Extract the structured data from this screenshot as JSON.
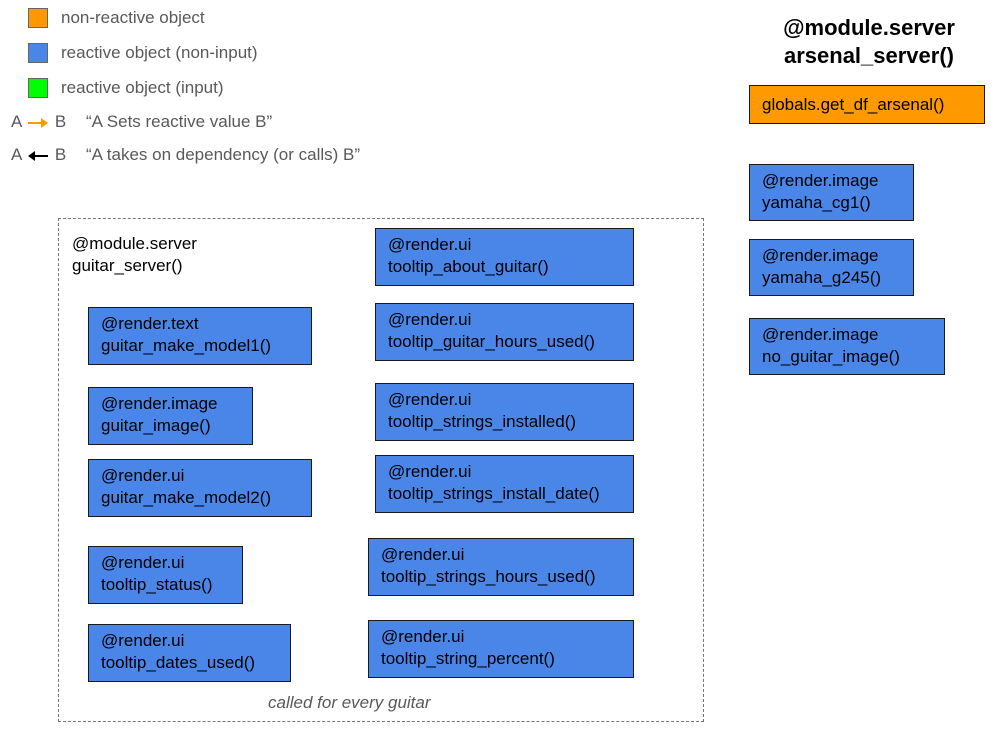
{
  "colors": {
    "non_reactive": "#ff9900",
    "reactive_non_input": "#4a86e8",
    "reactive_input": "#00ff00",
    "set_arrow": "#ff9900",
    "dependency_arrow": "#000000"
  },
  "legend": {
    "non_reactive": "non-reactive object",
    "reactive_non_input": "reactive object (non-input)",
    "reactive_input": "reactive object (input)",
    "set_a": "A",
    "set_b": "B",
    "set_desc": "“A Sets reactive value B”",
    "dep_a": "A",
    "dep_b": "B",
    "dep_desc": "“A takes on dependency (or calls) B”"
  },
  "arsenal": {
    "title_line1": "@module.server",
    "title_line2": "arsenal_server()",
    "globals": "globals.get_df_arsenal()",
    "boxes": [
      {
        "decorator": "@render.image",
        "name": "yamaha_cg1()"
      },
      {
        "decorator": "@render.image",
        "name": "yamaha_g245()"
      },
      {
        "decorator": "@render.image",
        "name": "no_guitar_image()"
      }
    ]
  },
  "guitar": {
    "title_line1": "@module.server",
    "title_line2": "guitar_server()",
    "footnote": "called for every guitar",
    "left_boxes": [
      {
        "decorator": "@render.text",
        "name": "guitar_make_model1()"
      },
      {
        "decorator": "@render.image",
        "name": "guitar_image()"
      },
      {
        "decorator": "@render.ui",
        "name": "guitar_make_model2()"
      },
      {
        "decorator": "@render.ui",
        "name": "tooltip_status()"
      },
      {
        "decorator": "@render.ui",
        "name": "tooltip_dates_used()"
      }
    ],
    "right_boxes": [
      {
        "decorator": "@render.ui",
        "name": "tooltip_about_guitar()"
      },
      {
        "decorator": "@render.ui",
        "name": "tooltip_guitar_hours_used()"
      },
      {
        "decorator": "@render.ui",
        "name": "tooltip_strings_installed()"
      },
      {
        "decorator": "@render.ui",
        "name": "tooltip_strings_install_date()"
      },
      {
        "decorator": "@render.ui",
        "name": "tooltip_strings_hours_used()"
      },
      {
        "decorator": "@render.ui",
        "name": "tooltip_string_percent()"
      }
    ]
  }
}
